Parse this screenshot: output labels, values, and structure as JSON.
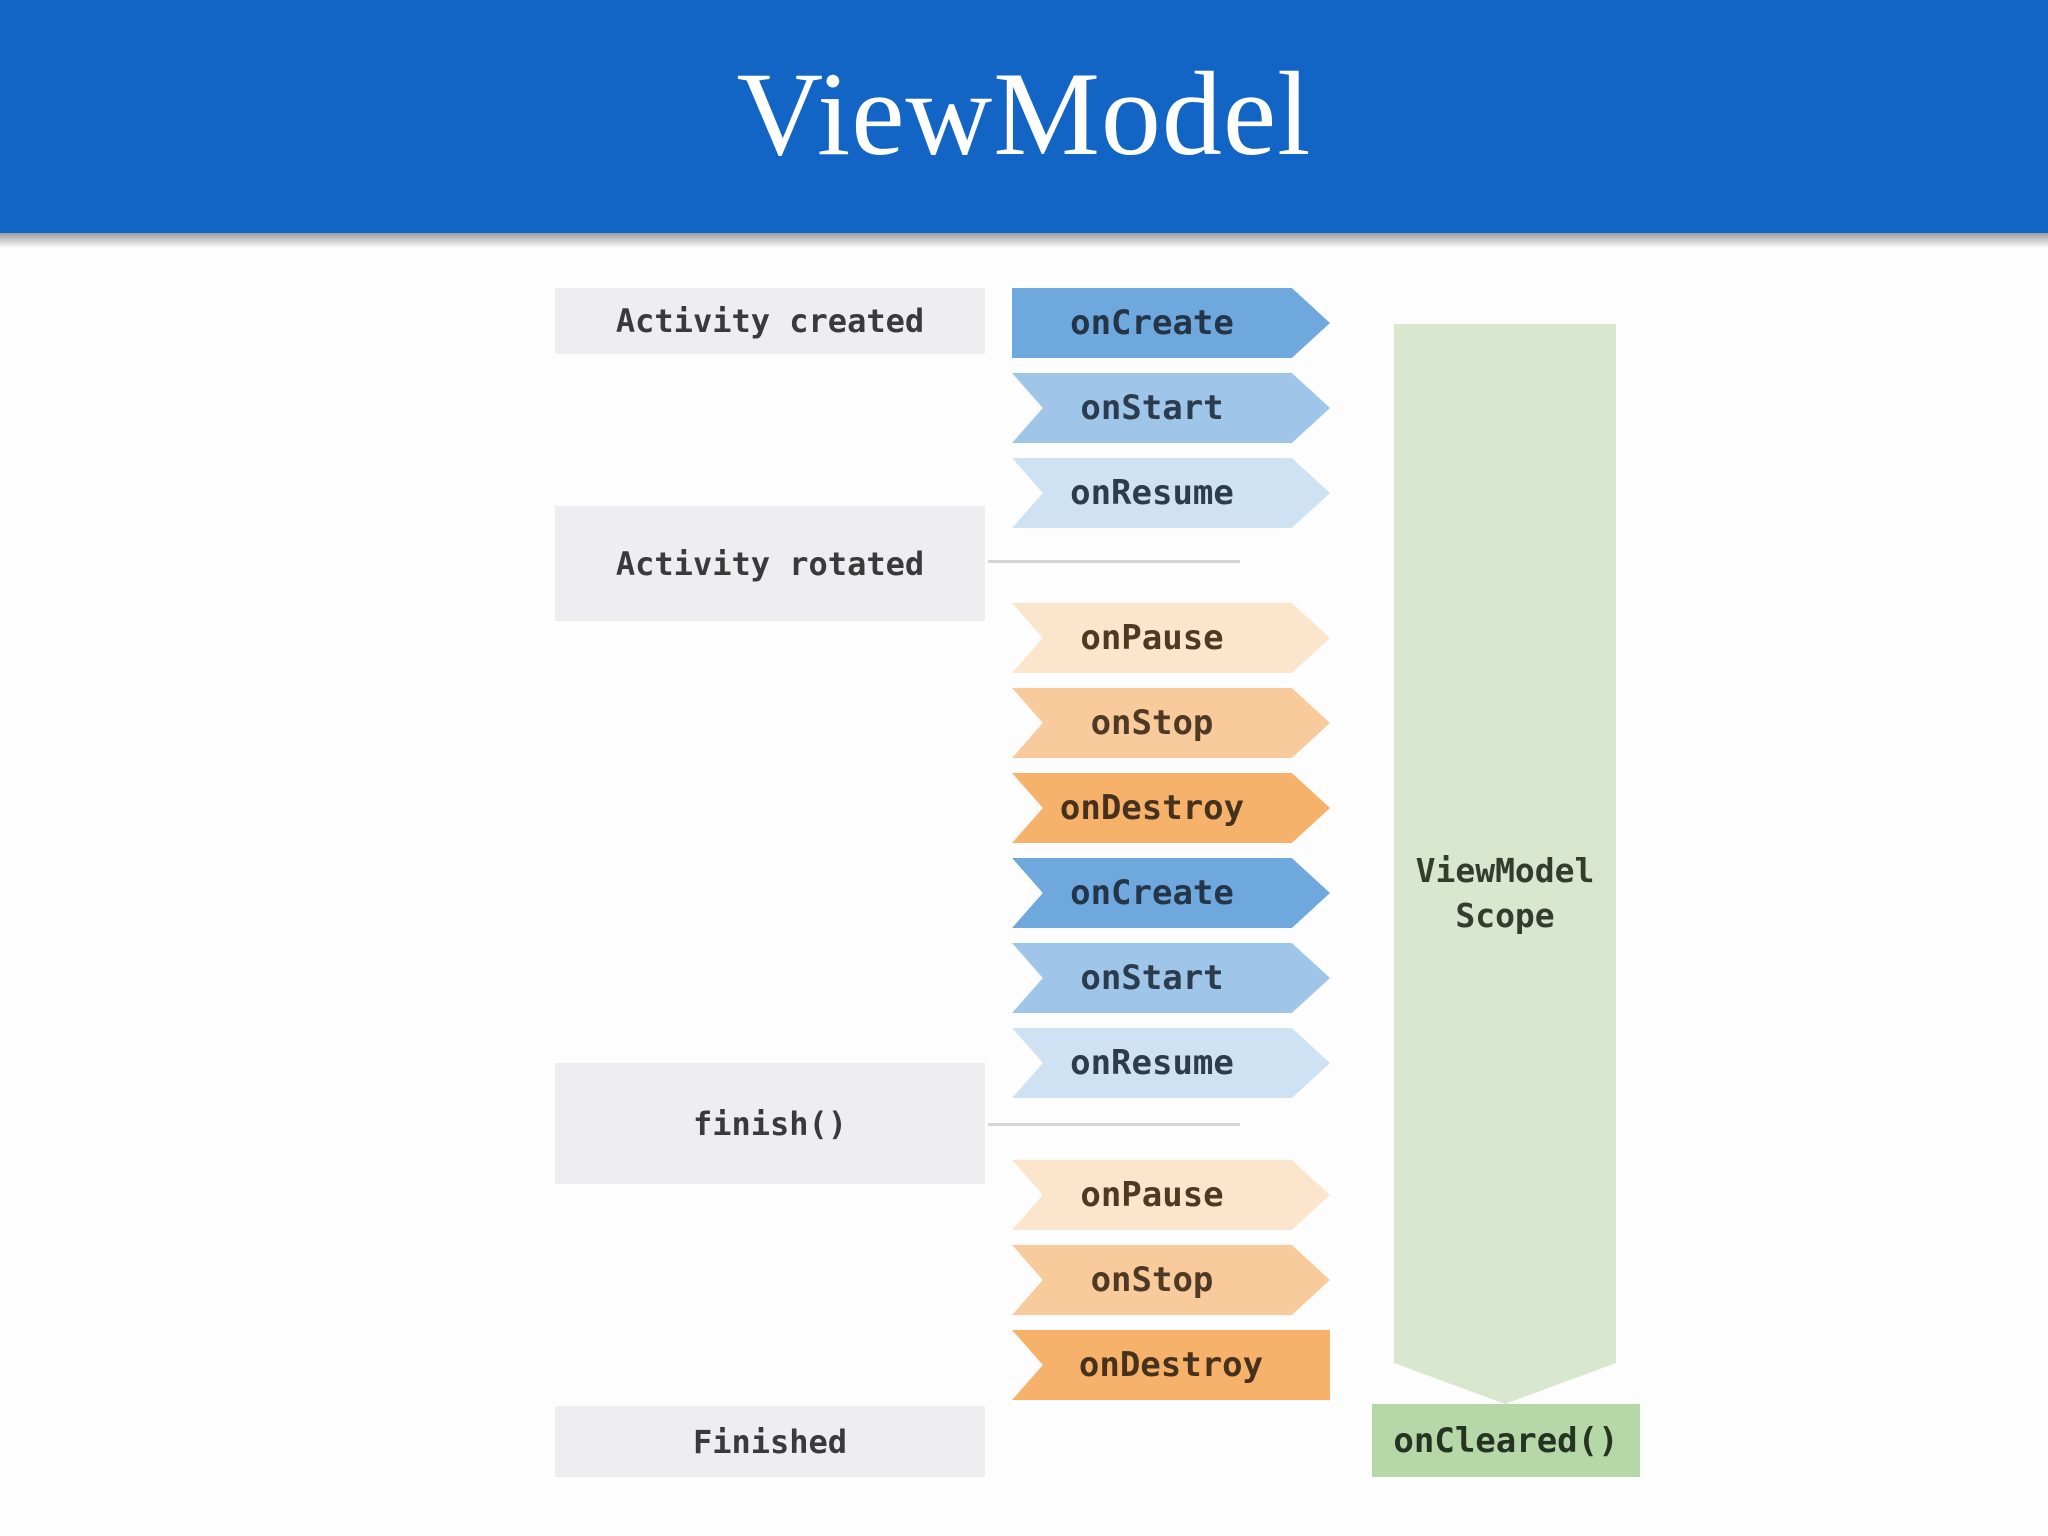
{
  "header": {
    "title": "ViewModel",
    "background": "#1265c4",
    "text_color": "#ffffff"
  },
  "colors": {
    "state_box_bg": "#eeeef0",
    "divider": "#d5d5d7",
    "scope_arrow": "#d9e7cf",
    "cleared_box": "#b6d7a8"
  },
  "states": [
    {
      "label": "Activity created"
    },
    {
      "label": "Activity rotated"
    },
    {
      "label": "finish()"
    },
    {
      "label": "Finished"
    }
  ],
  "events": [
    {
      "label": "onCreate",
      "color": "#6fa8dc",
      "text_color": "#243548"
    },
    {
      "label": "onStart",
      "color": "#9fc5e8",
      "text_color": "#2b3c4f"
    },
    {
      "label": "onResume",
      "color": "#cfe2f3",
      "text_color": "#2b3c4f"
    },
    {
      "label": "onPause",
      "color": "#fce5cd",
      "text_color": "#4e3a24"
    },
    {
      "label": "onStop",
      "color": "#f9cb9c",
      "text_color": "#4e3a24"
    },
    {
      "label": "onDestroy",
      "color": "#f6b26b",
      "text_color": "#45311c"
    },
    {
      "label": "onCreate",
      "color": "#6fa8dc",
      "text_color": "#243548"
    },
    {
      "label": "onStart",
      "color": "#9fc5e8",
      "text_color": "#2b3c4f"
    },
    {
      "label": "onResume",
      "color": "#cfe2f3",
      "text_color": "#2b3c4f"
    },
    {
      "label": "onPause",
      "color": "#fce5cd",
      "text_color": "#4e3a24"
    },
    {
      "label": "onStop",
      "color": "#f9cb9c",
      "text_color": "#4e3a24"
    },
    {
      "label": "onDestroy",
      "color": "#f6b26b",
      "text_color": "#45311c"
    }
  ],
  "scope": {
    "label_line1": "ViewModel",
    "label_line2": "Scope",
    "cleared_label": "onCleared()"
  }
}
